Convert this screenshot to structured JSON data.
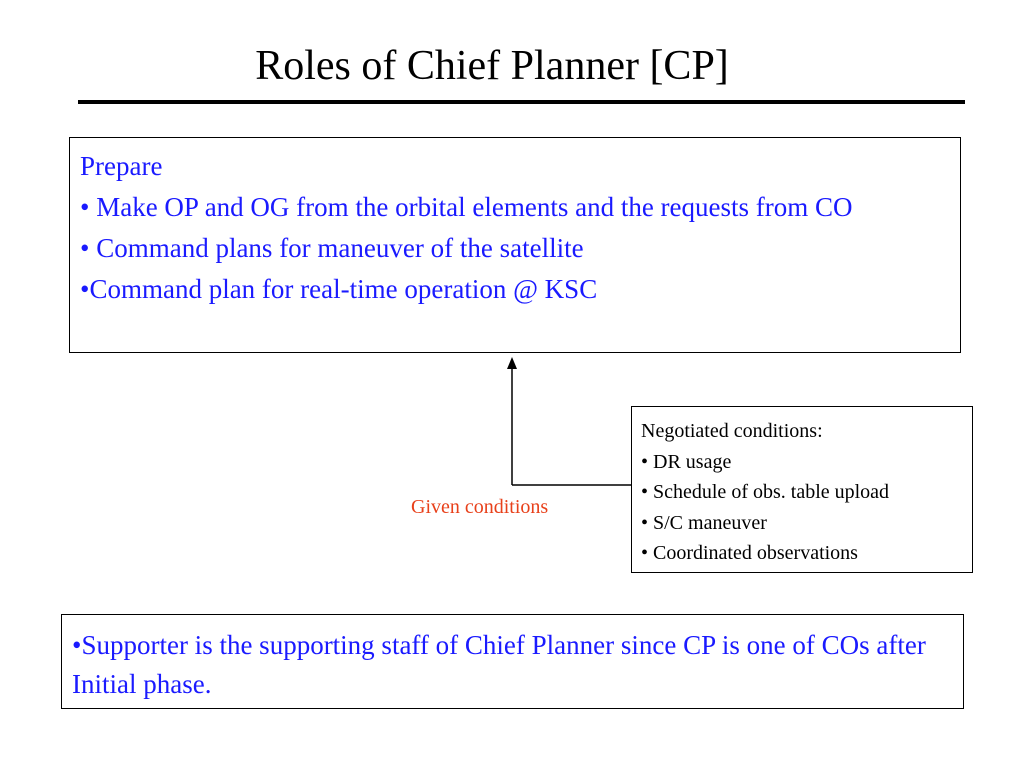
{
  "slide": {
    "title": "Roles of Chief Planner [CP]"
  },
  "prepare_box": {
    "heading": "Prepare",
    "items": [
      "• Make OP and OG from the orbital elements and the requests from CO",
      "• Command plans for maneuver of the satellite",
      "•Command plan for real-time operation @ KSC"
    ]
  },
  "negotiated_box": {
    "heading": "Negotiated conditions:",
    "items": [
      "• DR usage",
      "• Schedule of obs. table upload",
      "• S/C maneuver",
      "• Coordinated observations"
    ]
  },
  "given_conditions": {
    "label": "Given conditions"
  },
  "supporter_box": {
    "text": "•Supporter is the supporting staff of Chief Planner since CP is one of COs after Initial phase."
  },
  "colors": {
    "body_text_blue": "#1a1aff",
    "given_label_red": "#e8401a",
    "line_black": "#000000"
  }
}
